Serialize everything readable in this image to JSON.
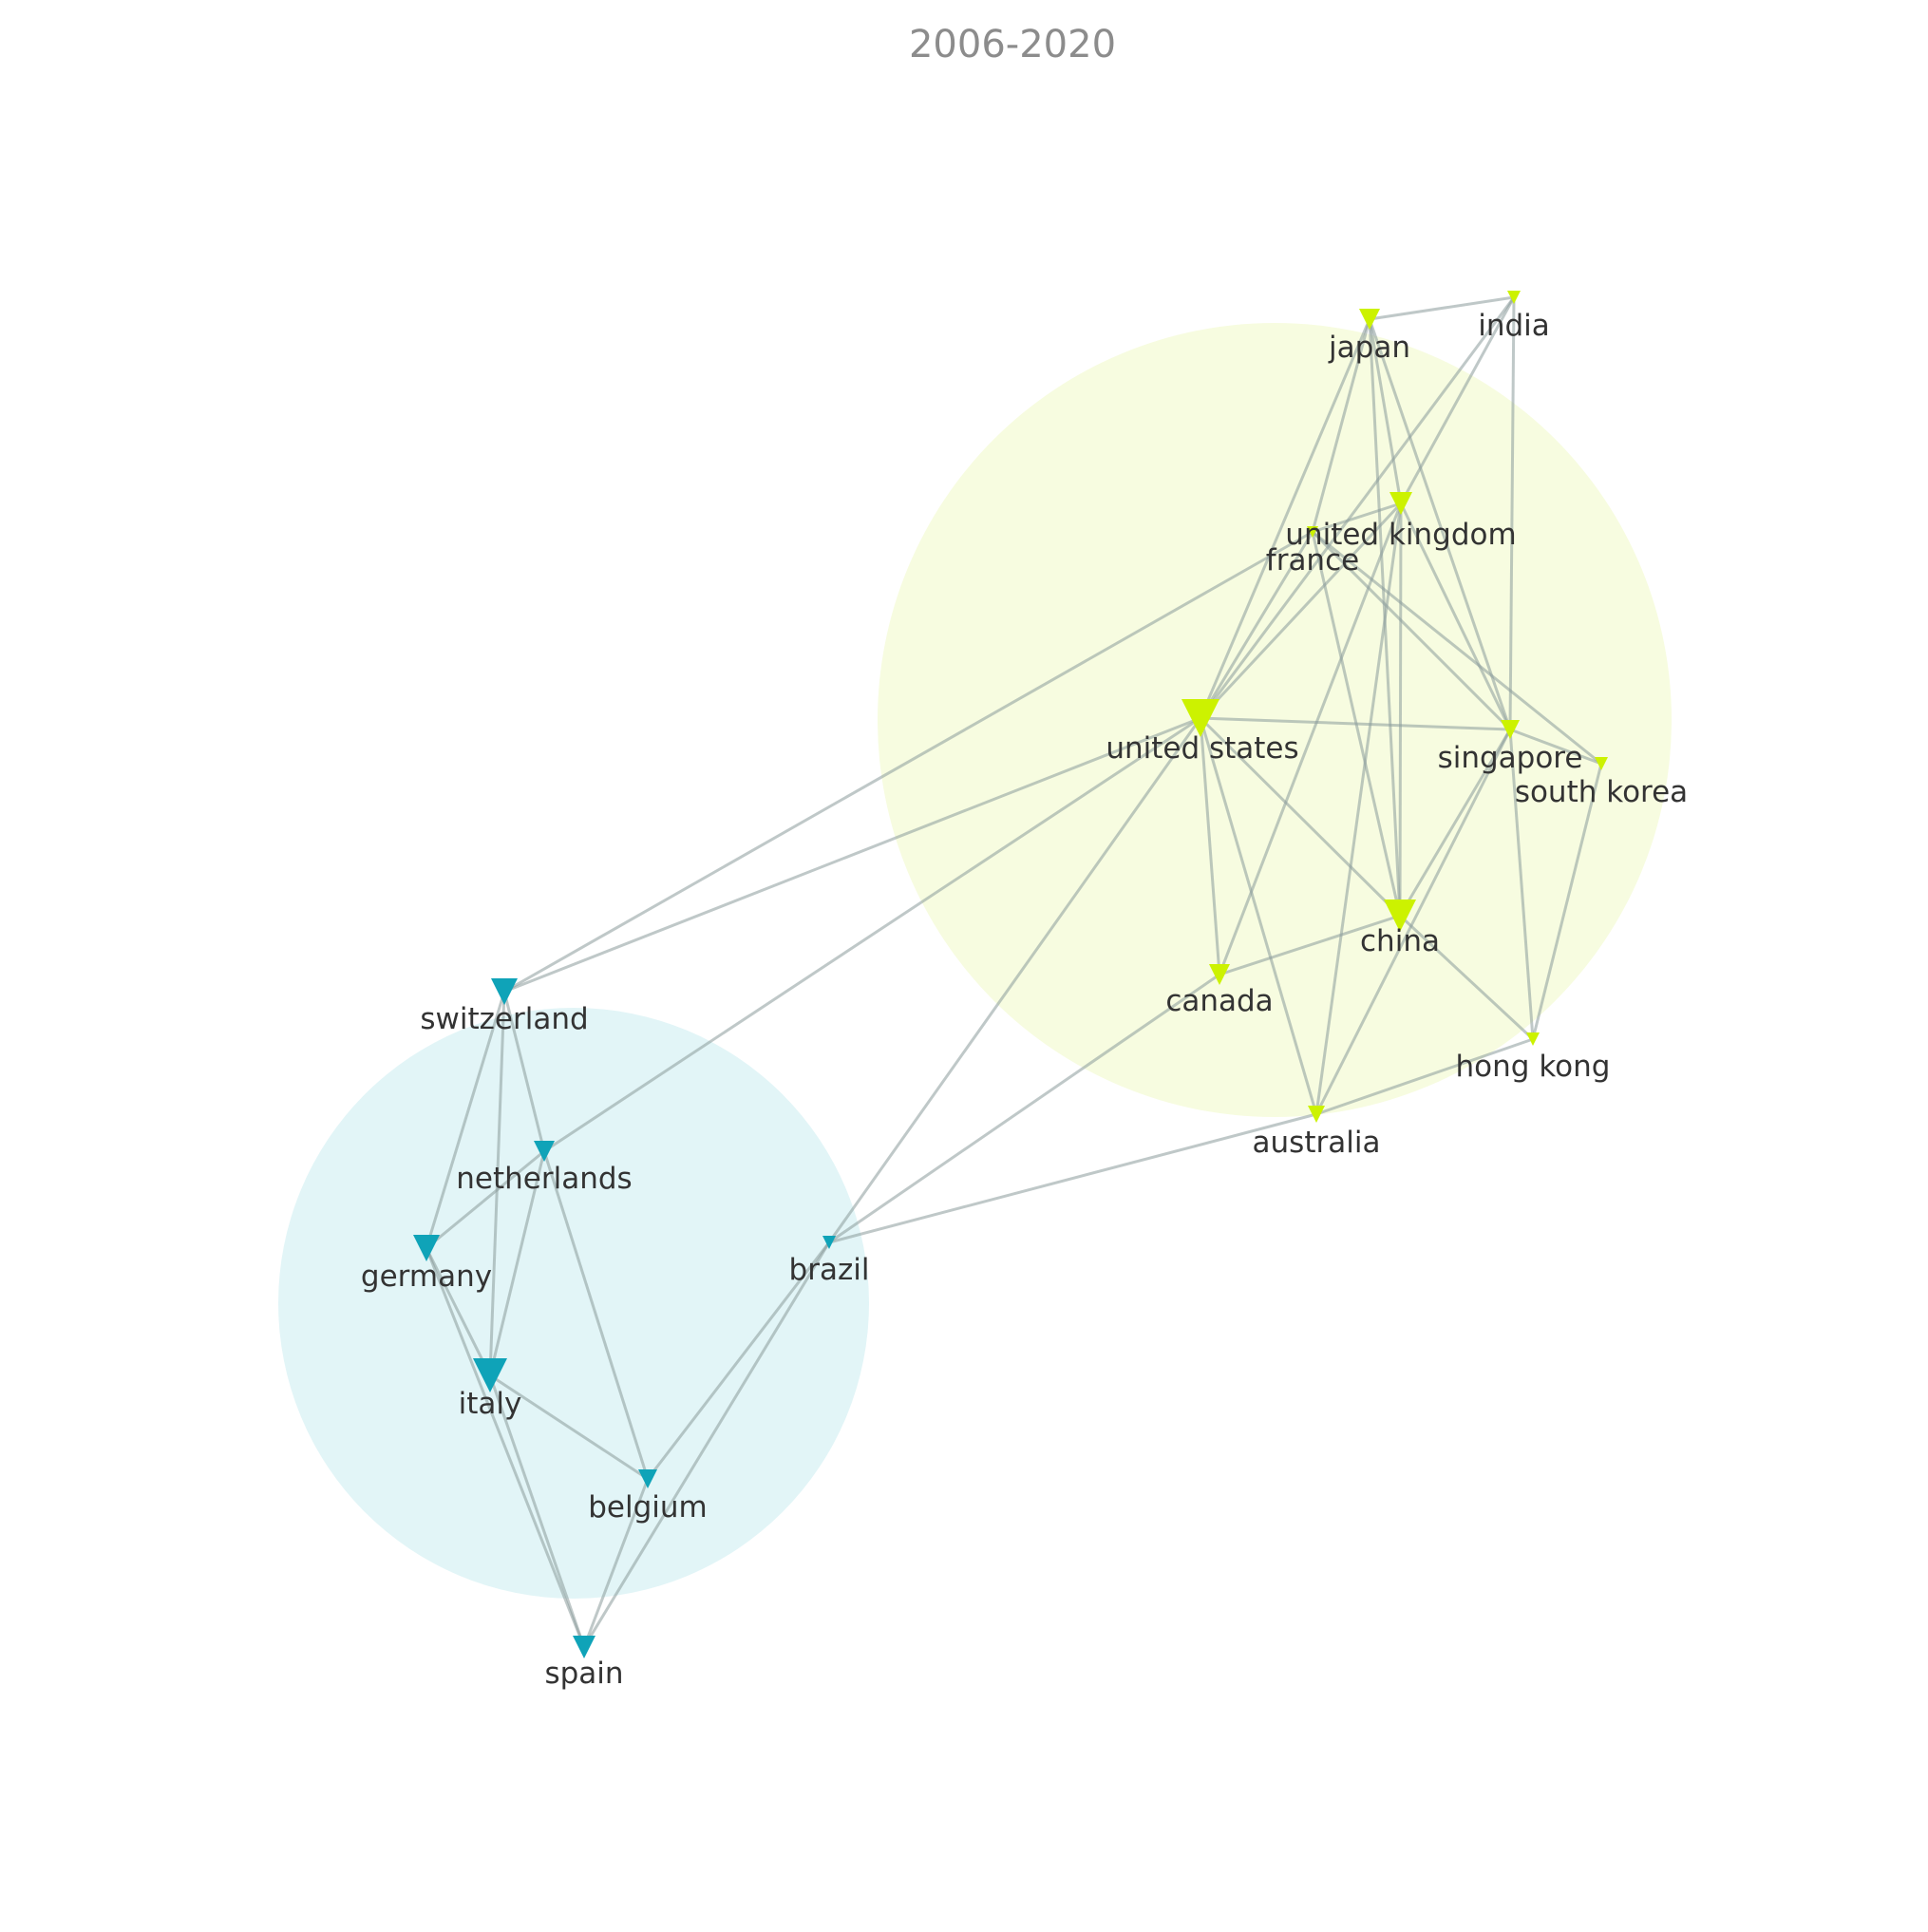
{
  "title": "2006-2020",
  "colors": {
    "cluster_yellow_fill": "#f7fce0",
    "cluster_blue_fill": "#e2f5f7",
    "node_yellow": "#ccf200",
    "node_blue": "#0fa3b8",
    "edge": "#8a9a9a"
  },
  "clusters": [
    {
      "name": "yellow",
      "color": "#f7fce0"
    },
    {
      "name": "blue",
      "color": "#e2f5f7"
    }
  ],
  "nodes": [
    {
      "id": "japan",
      "label": "japan",
      "cluster": "yellow"
    },
    {
      "id": "india",
      "label": "india",
      "cluster": "yellow"
    },
    {
      "id": "united_kingdom",
      "label": "united kingdom",
      "cluster": "yellow"
    },
    {
      "id": "france",
      "label": "france",
      "cluster": "yellow"
    },
    {
      "id": "united_states",
      "label": "united states",
      "cluster": "yellow"
    },
    {
      "id": "singapore",
      "label": "singapore",
      "cluster": "yellow"
    },
    {
      "id": "south_korea",
      "label": "south korea",
      "cluster": "yellow"
    },
    {
      "id": "china",
      "label": "china",
      "cluster": "yellow"
    },
    {
      "id": "canada",
      "label": "canada",
      "cluster": "yellow"
    },
    {
      "id": "hong_kong",
      "label": "hong kong",
      "cluster": "yellow"
    },
    {
      "id": "australia",
      "label": "australia",
      "cluster": "yellow"
    },
    {
      "id": "switzerland",
      "label": "switzerland",
      "cluster": "blue"
    },
    {
      "id": "netherlands",
      "label": "netherlands",
      "cluster": "blue"
    },
    {
      "id": "germany",
      "label": "germany",
      "cluster": "blue"
    },
    {
      "id": "italy",
      "label": "italy",
      "cluster": "blue"
    },
    {
      "id": "brazil",
      "label": "brazil",
      "cluster": "blue"
    },
    {
      "id": "belgium",
      "label": "belgium",
      "cluster": "blue"
    },
    {
      "id": "spain",
      "label": "spain",
      "cluster": "blue"
    }
  ],
  "edges": [
    [
      "japan",
      "india"
    ],
    [
      "japan",
      "united_kingdom"
    ],
    [
      "japan",
      "united_states"
    ],
    [
      "japan",
      "china"
    ],
    [
      "japan",
      "france"
    ],
    [
      "japan",
      "singapore"
    ],
    [
      "india",
      "united_kingdom"
    ],
    [
      "india",
      "united_states"
    ],
    [
      "india",
      "singapore"
    ],
    [
      "united_kingdom",
      "united_states"
    ],
    [
      "united_kingdom",
      "singapore"
    ],
    [
      "united_kingdom",
      "france"
    ],
    [
      "united_kingdom",
      "china"
    ],
    [
      "united_kingdom",
      "australia"
    ],
    [
      "united_kingdom",
      "canada"
    ],
    [
      "france",
      "united_states"
    ],
    [
      "france",
      "singapore"
    ],
    [
      "france",
      "south_korea"
    ],
    [
      "france",
      "china"
    ],
    [
      "france",
      "switzerland"
    ],
    [
      "united_states",
      "china"
    ],
    [
      "united_states",
      "canada"
    ],
    [
      "united_states",
      "singapore"
    ],
    [
      "united_states",
      "australia"
    ],
    [
      "united_states",
      "switzerland"
    ],
    [
      "united_states",
      "netherlands"
    ],
    [
      "united_states",
      "brazil"
    ],
    [
      "singapore",
      "china"
    ],
    [
      "singapore",
      "hong_kong"
    ],
    [
      "singapore",
      "south_korea"
    ],
    [
      "singapore",
      "australia"
    ],
    [
      "south_korea",
      "hong_kong"
    ],
    [
      "china",
      "canada"
    ],
    [
      "china",
      "hong_kong"
    ],
    [
      "hong_kong",
      "australia"
    ],
    [
      "australia",
      "brazil"
    ],
    [
      "canada",
      "brazil"
    ],
    [
      "switzerland",
      "netherlands"
    ],
    [
      "switzerland",
      "germany"
    ],
    [
      "switzerland",
      "italy"
    ],
    [
      "netherlands",
      "germany"
    ],
    [
      "netherlands",
      "italy"
    ],
    [
      "netherlands",
      "belgium"
    ],
    [
      "germany",
      "italy"
    ],
    [
      "germany",
      "spain"
    ],
    [
      "italy",
      "belgium"
    ],
    [
      "italy",
      "spain"
    ],
    [
      "brazil",
      "belgium"
    ],
    [
      "brazil",
      "spain"
    ],
    [
      "belgium",
      "spain"
    ]
  ]
}
